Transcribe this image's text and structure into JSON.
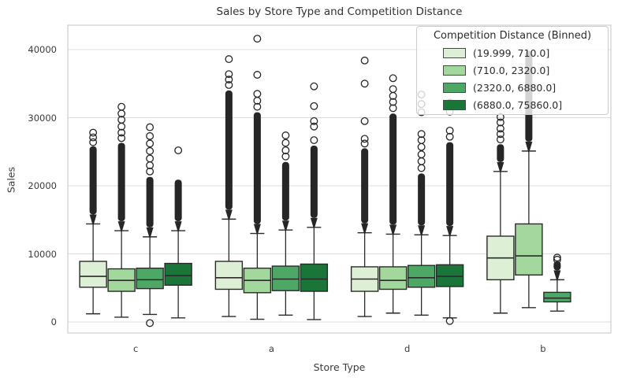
{
  "title": "Sales by Store Type and Competition Distance",
  "axes": {
    "x_label": "Store Type",
    "y_label": "Sales",
    "x_categories": [
      "c",
      "a",
      "d",
      "b"
    ],
    "y_ticks": [
      0,
      10000,
      20000,
      30000,
      40000
    ],
    "y_range": [
      -1620,
      43800
    ],
    "grid": "horizontal"
  },
  "legend": {
    "title": "Competition Distance (Binned)",
    "position": "upper-right",
    "entries": [
      {
        "label": "(19.999, 710.0]",
        "color": "#ddf0d5"
      },
      {
        "label": "(710.0, 2320.0]",
        "color": "#a2d89b"
      },
      {
        "label": "(2320.0, 6880.0]",
        "color": "#4ea865"
      },
      {
        "label": "(6880.0, 75860.0]",
        "color": "#1a7538"
      }
    ]
  },
  "colors": {
    "box_edge": "#2a2a2a",
    "median": "#2a2a2a",
    "whisker": "#2a2a2a",
    "outlier": "#262626",
    "grid": "#dcdcdc",
    "spine": "#cfcfcf",
    "background": "#ffffff"
  },
  "chart_data": {
    "type": "boxplot",
    "x": "Store Type",
    "y": "Sales",
    "hue": "Competition Distance (Binned)",
    "bins": [
      "(19.999, 710.0]",
      "(710.0, 2320.0]",
      "(2320.0, 6880.0]",
      "(6880.0, 75860.0]"
    ],
    "groups": [
      {
        "store_type": "c",
        "boxes": [
          {
            "bin": "(19.999, 710.0]",
            "whisker_low": 1200,
            "q1": 5100,
            "median": 6700,
            "q3": 8900,
            "whisker_high": 14400,
            "dense_outliers_to": 25800,
            "outlier_circles": [
              26400,
              27100,
              27800
            ],
            "low_outliers": []
          },
          {
            "bin": "(710.0, 2320.0]",
            "whisker_low": 700,
            "q1": 4500,
            "median": 6100,
            "q3": 7800,
            "whisker_high": 13400,
            "dense_outliers_to": 26300,
            "outlier_circles": [
              27000,
              27800,
              28700,
              29700,
              30600,
              31600
            ],
            "low_outliers": []
          },
          {
            "bin": "(2320.0, 6880.0]",
            "whisker_low": 1100,
            "q1": 4900,
            "median": 6200,
            "q3": 7900,
            "whisker_high": 12500,
            "dense_outliers_to": 21300,
            "outlier_circles": [
              22100,
              23000,
              24000,
              25100,
              26200,
              27300,
              28600
            ],
            "low_outliers": [
              300
            ]
          },
          {
            "bin": "(6880.0, 75860.0]",
            "whisker_low": 600,
            "q1": 5400,
            "median": 6800,
            "q3": 8600,
            "whisker_high": 13400,
            "dense_outliers_to": 20900,
            "outlier_circles": [
              25200
            ],
            "low_outliers": []
          }
        ]
      },
      {
        "store_type": "a",
        "boxes": [
          {
            "bin": "(19.999, 710.0]",
            "whisker_low": 800,
            "q1": 4800,
            "median": 6500,
            "q3": 8900,
            "whisker_high": 15100,
            "dense_outliers_to": 34000,
            "outlier_circles": [
              34800,
              35600,
              36400,
              38600
            ],
            "low_outliers": []
          },
          {
            "bin": "(710.0, 2320.0]",
            "whisker_low": 400,
            "q1": 4300,
            "median": 6100,
            "q3": 7900,
            "whisker_high": 13000,
            "dense_outliers_to": 30800,
            "outlier_circles": [
              31600,
              32500,
              33500,
              36300,
              41600
            ],
            "low_outliers": []
          },
          {
            "bin": "(2320.0, 6880.0]",
            "whisker_low": 1000,
            "q1": 4600,
            "median": 6300,
            "q3": 8200,
            "whisker_high": 13500,
            "dense_outliers_to": 23500,
            "outlier_circles": [
              24300,
              25200,
              26300,
              27400
            ],
            "low_outliers": []
          },
          {
            "bin": "(6880.0, 75860.0]",
            "whisker_low": 350,
            "q1": 4500,
            "median": 6300,
            "q3": 8500,
            "whisker_high": 13900,
            "dense_outliers_to": 25900,
            "outlier_circles": [
              26700,
              28700,
              29500,
              31700,
              34600
            ],
            "low_outliers": []
          }
        ]
      },
      {
        "store_type": "d",
        "boxes": [
          {
            "bin": "(19.999, 710.0]",
            "whisker_low": 800,
            "q1": 4500,
            "median": 6300,
            "q3": 8100,
            "whisker_high": 13100,
            "dense_outliers_to": 25500,
            "outlier_circles": [
              26200,
              26900,
              29500,
              35000,
              38400
            ],
            "low_outliers": []
          },
          {
            "bin": "(710.0, 2320.0]",
            "whisker_low": 1300,
            "q1": 4800,
            "median": 6100,
            "q3": 8100,
            "whisker_high": 12900,
            "dense_outliers_to": 30600,
            "outlier_circles": [
              31400,
              32300,
              33200,
              34200,
              35800
            ],
            "low_outliers": []
          },
          {
            "bin": "(2320.0, 6880.0]",
            "whisker_low": 1000,
            "q1": 5100,
            "median": 6500,
            "q3": 8300,
            "whisker_high": 12800,
            "dense_outliers_to": 21800,
            "outlier_circles": [
              22600,
              23600,
              24600,
              25700,
              26700,
              27600,
              30800,
              32000,
              33400
            ],
            "low_outliers": []
          },
          {
            "bin": "(6880.0, 75860.0]",
            "whisker_low": 600,
            "q1": 5200,
            "median": 6700,
            "q3": 8400,
            "whisker_high": 12700,
            "dense_outliers_to": 26400,
            "outlier_circles": [
              27200,
              28100,
              30900,
              32200
            ],
            "low_outliers": [
              600
            ]
          }
        ]
      },
      {
        "store_type": "b",
        "boxes": [
          {
            "bin": "(19.999, 710.0]",
            "whisker_low": 1300,
            "q1": 6200,
            "median": 9400,
            "q3": 12600,
            "whisker_high": 22100,
            "dense_outliers_to": 26100,
            "outlier_circles": [
              26800,
              27600,
              28400,
              29300,
              30100
            ],
            "low_outliers": []
          },
          {
            "bin": "(710.0, 2320.0]",
            "whisker_low": 2100,
            "q1": 6900,
            "median": 9700,
            "q3": 14400,
            "whisker_high": 25100,
            "dense_outliers_to": 39800,
            "outlier_circles": [],
            "low_outliers": []
          },
          {
            "bin": "(2320.0, 6880.0]",
            "whisker_low": 1600,
            "q1": 2950,
            "median": 3500,
            "q3": 4350,
            "whisker_high": 6200,
            "dense_outliers_to": 8900,
            "outlier_circles": [
              9150,
              9450
            ],
            "low_outliers": []
          }
        ]
      }
    ]
  }
}
